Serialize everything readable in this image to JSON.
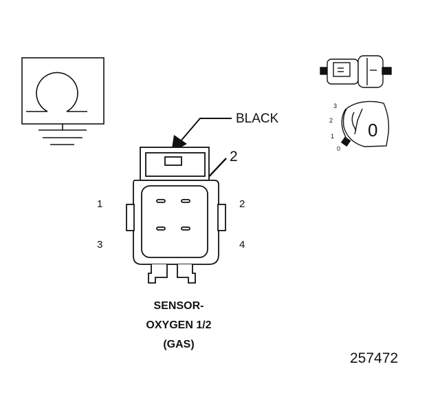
{
  "labels": {
    "wire_color": "BLACK",
    "callout_pin": "2",
    "pin_1": "1",
    "pin_2": "2",
    "pin_3": "3",
    "pin_4": "4",
    "title_line1": "SENSOR-",
    "title_line2": "OXYGEN 1/2",
    "title_line3": "(GAS)",
    "figure_number": "257472"
  },
  "ignition_key": {
    "positions": [
      "3",
      "2",
      "1",
      "0"
    ],
    "key_label": "0"
  },
  "icons": {
    "ohmmeter": "ohm-symbol-with-ground",
    "connector_pair": "mating-connector-halves",
    "ignition_switch": "ignition-key-position-0"
  },
  "colors": {
    "line": "#111111",
    "background": "#ffffff"
  }
}
